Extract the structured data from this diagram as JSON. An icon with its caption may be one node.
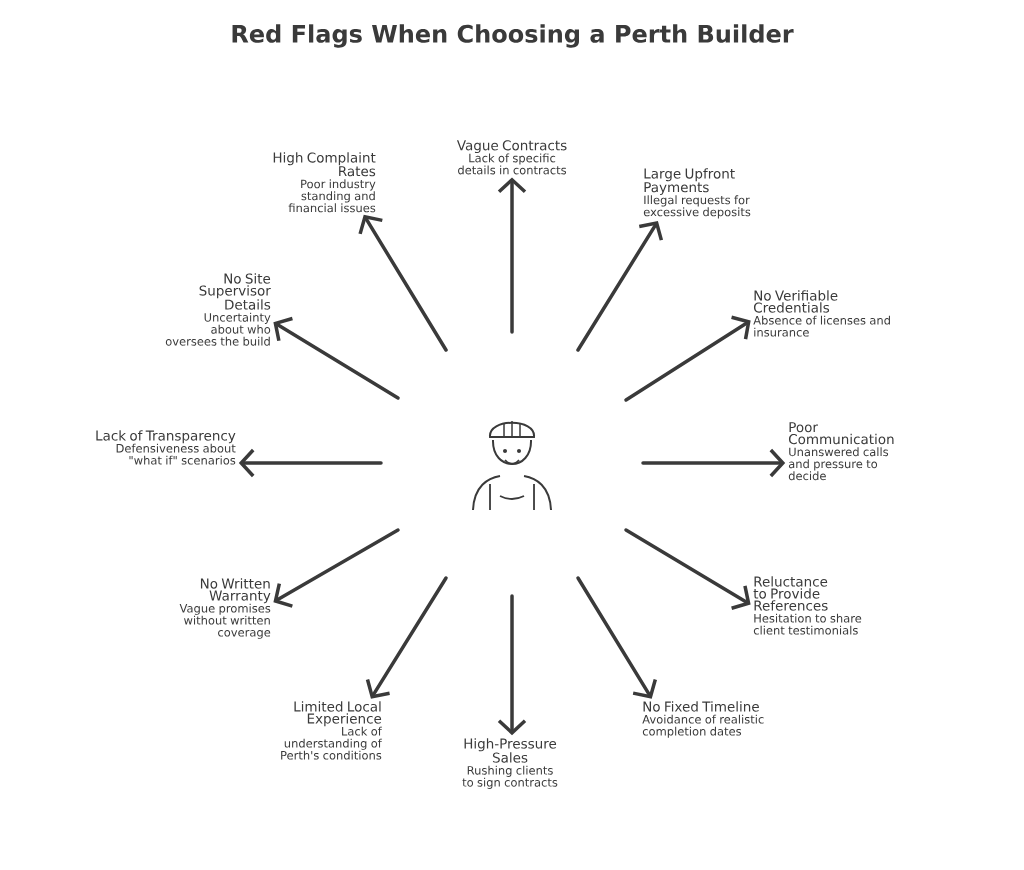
{
  "diagram": {
    "title": "Red Flags When Choosing a Perth Builder",
    "nodes": [
      {
        "text": [],
        "shape": "person"
      },
      {
        "text": [
          "Vague Contracts",
          "Lack of specific details in contracts"
        ]
      },
      {
        "text": [
          "Large Upfront Payments",
          "Illegal requests for excessive deposits"
        ]
      },
      {
        "text": [
          "No Verifiable Credentials",
          "Absence of licenses and insurance"
        ]
      },
      {
        "text": [
          "Poor Communication",
          "Unanswered calls and pressure to decide"
        ]
      },
      {
        "text": [
          "Reluctance to Provide References",
          "Hesitation to share client testimonials"
        ]
      },
      {
        "text": [
          "No Fixed Timeline",
          "Avoidance of realistic completion dates"
        ]
      },
      {
        "text": [
          "High-Pressure Sales",
          "Rushing clients to sign contracts"
        ]
      },
      {
        "text": [
          "Limited Local Experience",
          "Lack of understanding of Perth's conditions"
        ]
      },
      {
        "text": [
          "No Written Warranty",
          "Vague promises without written coverage"
        ]
      },
      {
        "text": [
          "Lack of Transparency",
          "Defensiveness about \"what if\" scenarios"
        ]
      },
      {
        "text": [
          "No Site Supervisor Details",
          "Uncertainty about who oversees the build"
        ]
      },
      {
        "text": [
          "High Complaint Rates",
          "Poor industry standing and financial issues"
        ]
      }
    ],
    "edges": [
      {
        "from": null,
        "to": 1,
        "arrow": "to"
      },
      {
        "from": null,
        "to": 2,
        "arrow": "to"
      },
      {
        "from": null,
        "to": 3,
        "arrow": "to"
      },
      {
        "from": null,
        "to": 4,
        "arrow": "to"
      },
      {
        "from": null,
        "to": 5,
        "arrow": "to"
      },
      {
        "from": null,
        "to": 6,
        "arrow": "to"
      },
      {
        "from": null,
        "to": 7,
        "arrow": "to"
      },
      {
        "from": null,
        "to": 8,
        "arrow": "to"
      },
      {
        "from": null,
        "to": 9,
        "arrow": "to"
      },
      {
        "from": null,
        "to": 10,
        "arrow": "to"
      },
      {
        "from": null,
        "to": 11,
        "arrow": "to"
      },
      {
        "from": null,
        "to": 12,
        "arrow": "to"
      }
    ]
  }
}
